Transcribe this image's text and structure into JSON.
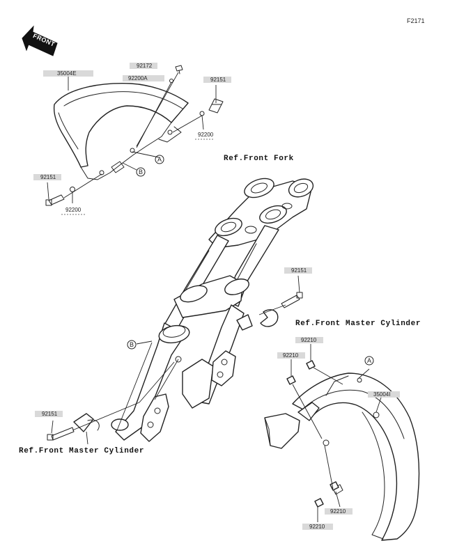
{
  "figure_id": "F2171",
  "front_arrow": {
    "label": "FRONT",
    "icon": "front-direction-arrow-icon"
  },
  "references": {
    "front_fork": "Ref.Front Fork",
    "master_cylinder_right": "Ref.Front Master Cylinder",
    "master_cylinder_left": "Ref.Front Master Cylinder"
  },
  "part_labels": [
    "35004E",
    "92172",
    "92200A",
    "92151",
    "92200",
    "92151",
    "92200",
    "92151",
    "92210",
    "92210",
    "35004I",
    "92151",
    "92210",
    "92210"
  ],
  "callouts": [
    "A",
    "B",
    "B",
    "A"
  ]
}
